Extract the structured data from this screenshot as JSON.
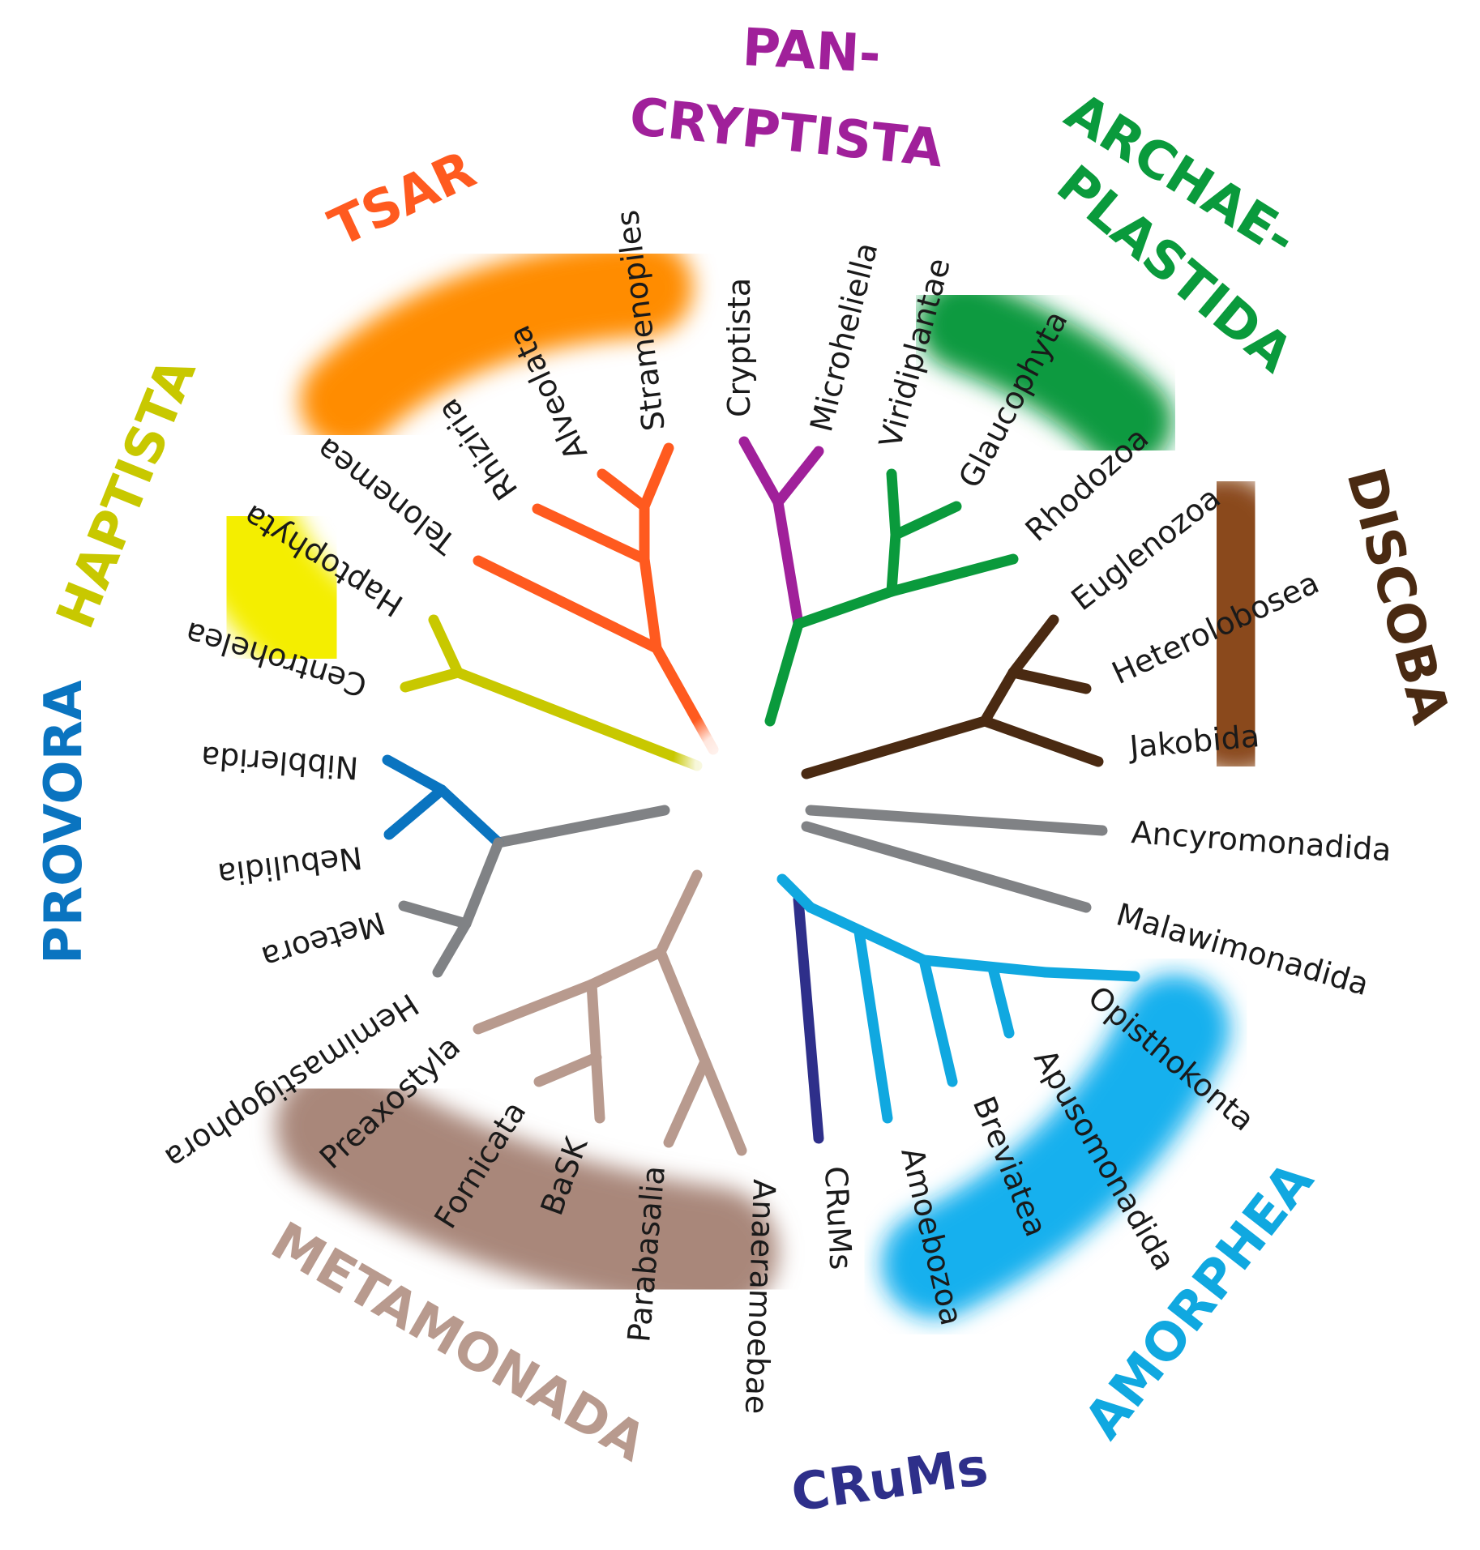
{
  "colors": {
    "tsar": "#ff5a1f",
    "tsar_band": "#ff8c00",
    "pancryptista": "#a0209a",
    "archaeplastida": "#0a9a3c",
    "archae_band": "#0a9a40",
    "discoba": "#4a2a12",
    "discoba_band": "#8a4a1e",
    "haptista": "#c8c800",
    "haptista_band": "#f4ee00",
    "provora": "#0a74c0",
    "provora_band": "#0a62b8",
    "grey": "#808285",
    "metamonada": "#b89a8e",
    "metamonada_band": "#a9877a",
    "crums": "#2e2f8a",
    "crums_band": "#3a3aa8",
    "amorphea": "#10a8e0",
    "amorphea_band": "#18b0ee"
  },
  "supergroups": {
    "pancryptista_1": "PAN-",
    "pancryptista_2": "CRYPTISTA",
    "archaeplastida_1": "ARCHAE-",
    "archaeplastida_2": "PLASTIDA",
    "tsar": "TSAR",
    "haptista": "HAPTISTA",
    "provora": "PROVORA",
    "discoba": "DISCOBA",
    "metamonada": "METAMONADA",
    "crums": "CRuMs",
    "amorphea": "AMORPHEA"
  },
  "taxa": {
    "stramenopiles": "Stramenopiles",
    "alveolata": "Alveolata",
    "rhiziria": "Rhiziria",
    "telonemea": "Telonemea",
    "cryptista": "Cryptista",
    "microheliella": "Microheliella",
    "viridiplantae": "Viridiplantae",
    "glaucophyta": "Glaucophyta",
    "rhodozoa": "Rhodozoa",
    "euglenozoa": "Euglenozoa",
    "heterolobosea": "Heterolobosea",
    "jakobida": "Jakobida",
    "haptophyta": "Haptophyta",
    "centrohelea": "Centrohelea",
    "nibblerida": "Nibblerida",
    "nebulidia": "Nebulidia",
    "meteora": "Meteora",
    "hemimastigophora": "Hemimastigophora",
    "ancyromonadida": "Ancyromonadida",
    "malawimonadida": "Malawimonadida",
    "opisthokonta": "Opisthokonta",
    "apusomonadida": "Apusomonadida",
    "breviatea": "Breviatea",
    "amoebozoa": "Amoebozoa",
    "crums": "CRuMs",
    "anaeramoebae": "Anaeramoebae",
    "parabasalia": "Parabasalia",
    "bask": "BaSK",
    "fornicata": "Fornicata",
    "preaxostyla": "Preaxostyla"
  }
}
